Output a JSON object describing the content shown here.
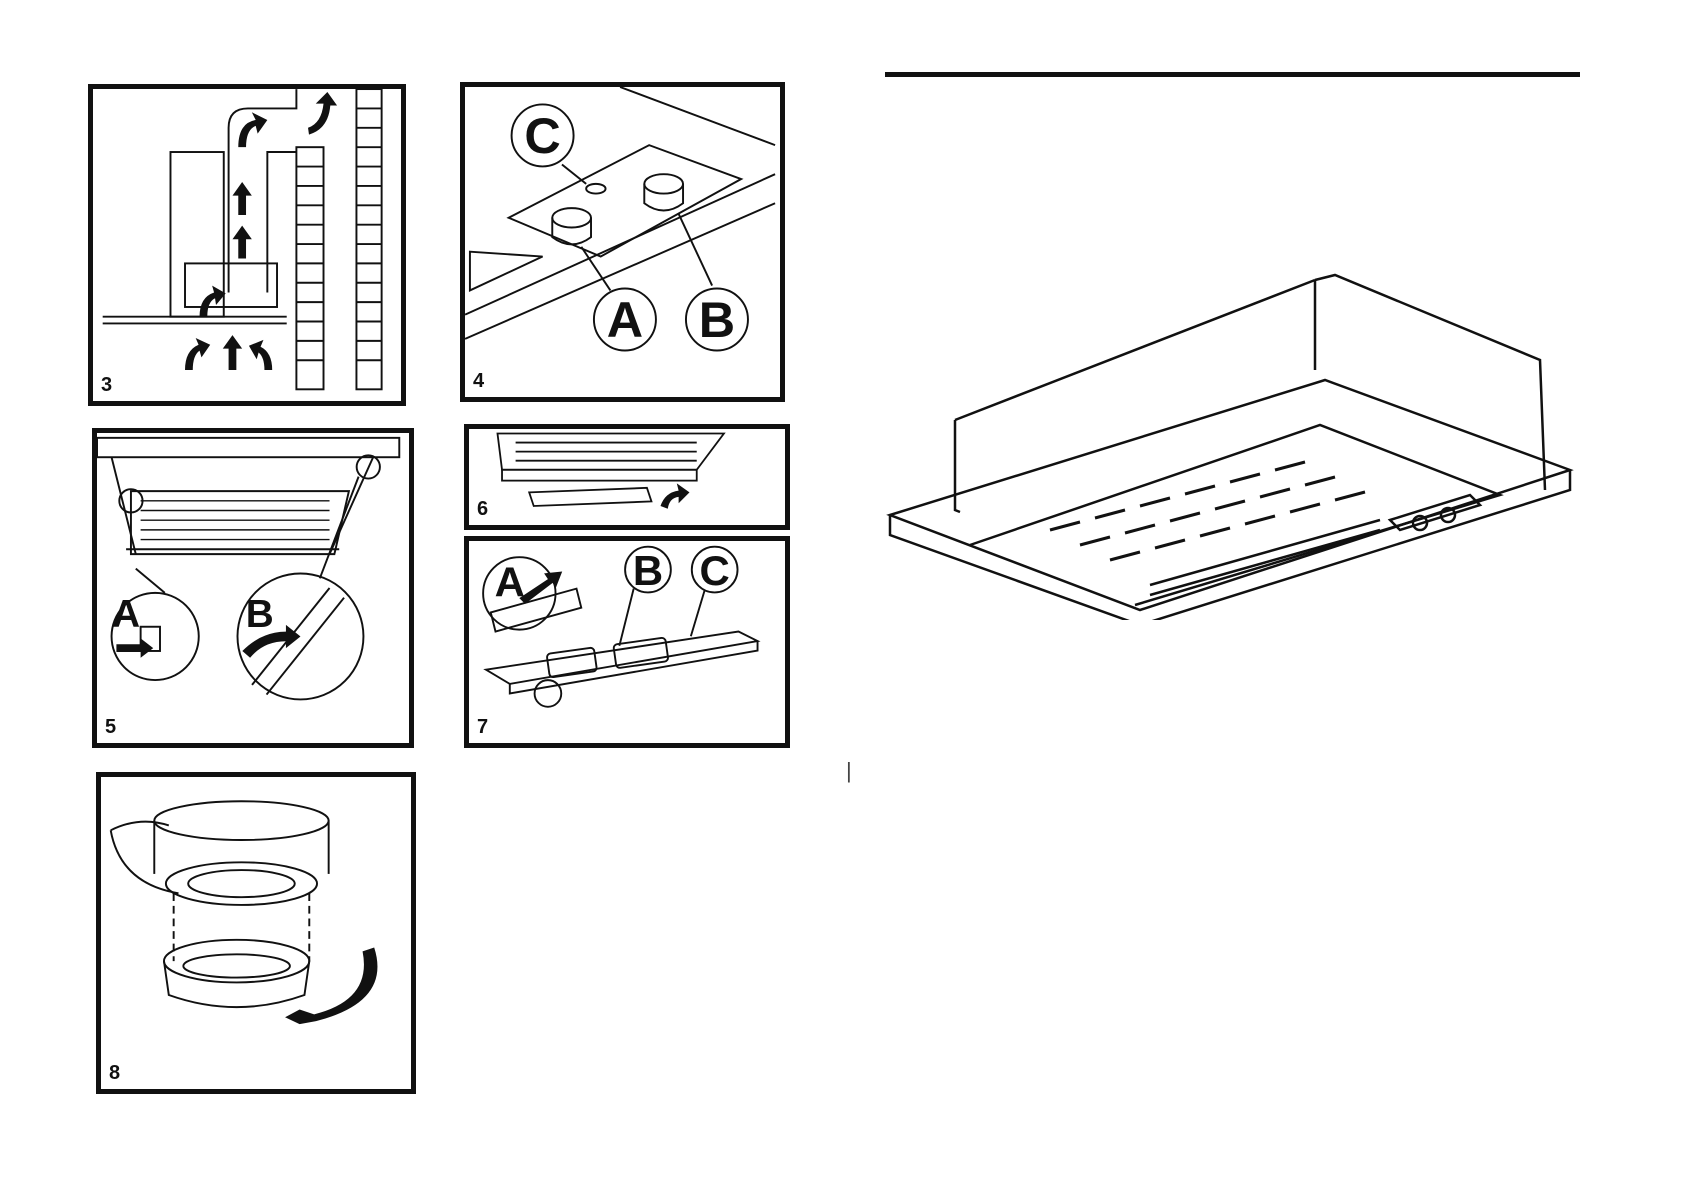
{
  "figures": {
    "fig3": {
      "number": "3"
    },
    "fig4": {
      "number": "4",
      "labels": [
        "C",
        "A",
        "B"
      ]
    },
    "fig5": {
      "number": "5",
      "labels": [
        "A",
        "B"
      ]
    },
    "fig6": {
      "number": "6"
    },
    "fig7": {
      "number": "7",
      "labels": [
        "A",
        "B",
        "C"
      ]
    },
    "fig8": {
      "number": "8"
    }
  },
  "colors": {
    "ink": "#111111",
    "paper": "#ffffff"
  }
}
